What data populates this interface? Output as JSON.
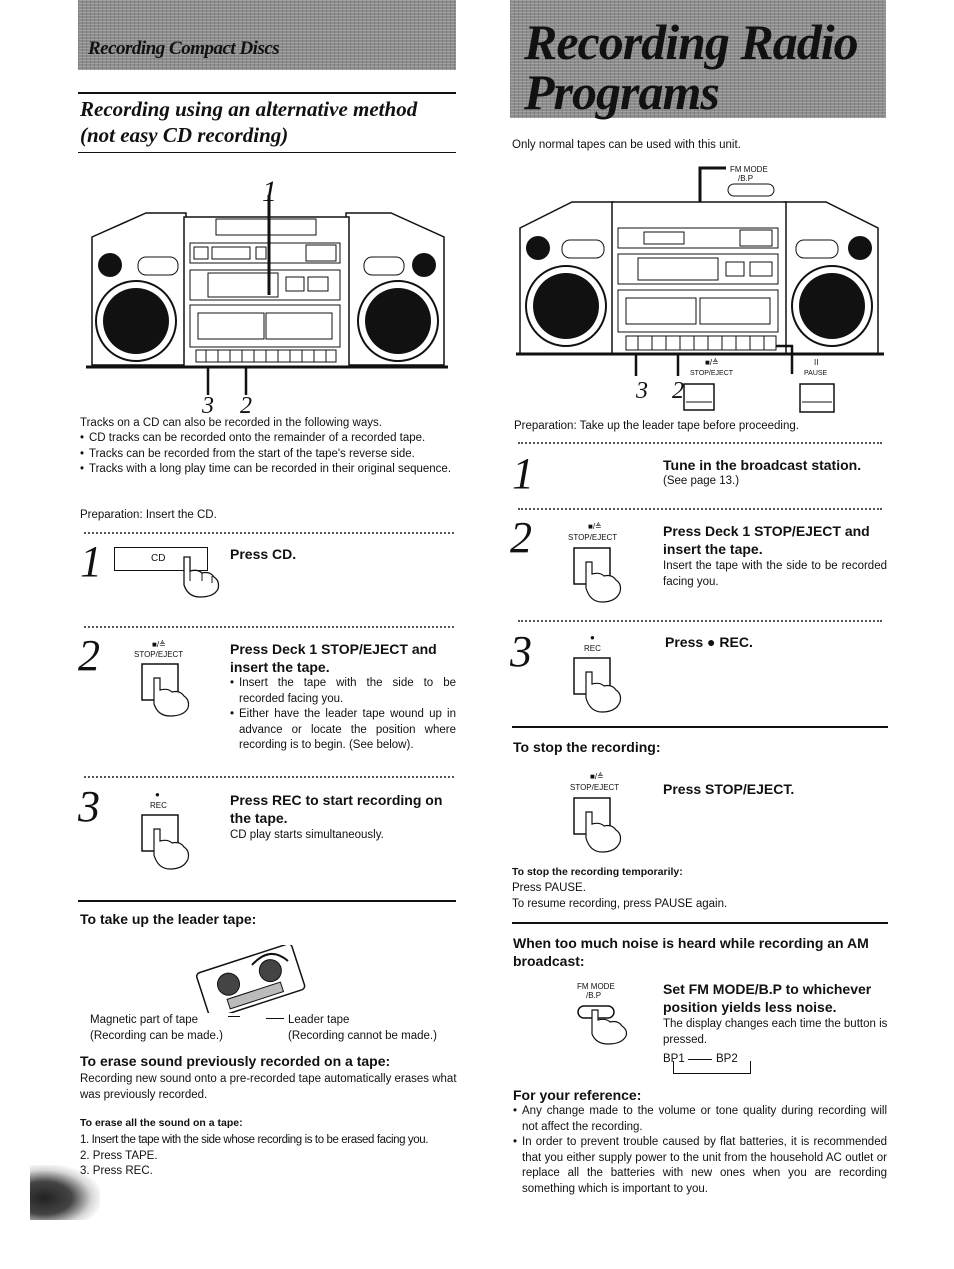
{
  "left": {
    "banner_text": "Recording Compact Discs",
    "title_line1": "Recording using an alternative method",
    "title_line2": "(not easy CD recording)",
    "figure_callouts": {
      "top": "1",
      "bottom_a": "3",
      "bottom_b": "2"
    },
    "intro": "Tracks on a CD can also be recorded in the following ways.",
    "bullets": [
      "CD tracks can be recorded onto the remainder of a recorded tape.",
      "Tracks can be recorded from the start of the tape's reverse side.",
      "Tracks with a long play time can be recorded in their original sequence."
    ],
    "preparation": "Preparation: Insert the CD.",
    "steps": [
      {
        "num": "1",
        "button_label": "CD",
        "title": "Press CD."
      },
      {
        "num": "2",
        "button_symbol": "■/≜",
        "button_label": "STOP/EJECT",
        "title": "Press Deck 1 STOP/EJECT and insert the tape.",
        "bullets": [
          "Insert the tape with the side to be recorded facing you.",
          "Either have the leader tape wound up in advance or locate the position where recording is to begin. (See below)."
        ]
      },
      {
        "num": "3",
        "button_symbol": "●",
        "button_label": "REC",
        "title": "Press REC to start recording on the tape.",
        "text": "CD play starts simultaneously."
      }
    ],
    "leader": {
      "heading": "To take up the leader tape:",
      "label_magnetic": "Magnetic part of tape",
      "label_magnetic_note": "(Recording can be made.)",
      "label_leader": "Leader tape",
      "label_leader_note": "(Recording cannot be made.)"
    },
    "erase": {
      "heading": "To erase sound previously recorded on a tape:",
      "text": "Recording new sound onto a pre-recorded tape automatically erases what was previously recorded.",
      "subheading": "To erase all the sound on a tape:",
      "items": [
        "1.  Insert the tape with the side whose recording is to be erased facing you.",
        "2.  Press TAPE.",
        "3.  Press REC."
      ]
    }
  },
  "right": {
    "banner_line1": "Recording Radio",
    "banner_line2": "Programs",
    "intro": "Only normal tapes can be used with this unit.",
    "fig_label_fm": "FM MODE",
    "fig_label_bp": "/B.P",
    "fig_label_stop": "STOP/EJECT",
    "fig_label_pause": "PAUSE",
    "fig_stop_symbol": "■/≜",
    "fig_pause_symbol": "II",
    "figure_callouts": {
      "a": "3",
      "b": "2"
    },
    "preparation": "Preparation: Take up the leader tape before proceeding.",
    "steps": [
      {
        "num": "1",
        "title": "Tune in the broadcast station.",
        "text": "(See page 13.)"
      },
      {
        "num": "2",
        "button_symbol": "■/≜",
        "button_label": "STOP/EJECT",
        "title": "Press Deck 1 STOP/EJECT and insert the tape.",
        "text": "Insert the tape with the side to be recorded facing you."
      },
      {
        "num": "3",
        "button_symbol": "●",
        "button_label": "REC",
        "title": "Press ● REC."
      }
    ],
    "stop": {
      "heading": "To stop the recording:",
      "button_symbol": "■/≜",
      "button_label": "STOP/EJECT",
      "title": "Press STOP/EJECT.",
      "temp_heading": "To stop the recording temporarily:",
      "temp_line1": "Press PAUSE.",
      "temp_line2": "To resume recording, press PAUSE again."
    },
    "noise": {
      "heading": "When too much noise is heard while recording an AM broadcast:",
      "button_label1": "FM MODE",
      "button_label2": "/B.P",
      "title": "Set FM MODE/B.P to whichever position yields less noise.",
      "text": "The display changes each time the button is pressed.",
      "bp1": "BP1",
      "bp2": "BP2"
    },
    "reference": {
      "heading": "For your reference:",
      "bullets": [
        "Any change made to the volume or tone quality during recording will not affect the recording.",
        "In order to prevent trouble caused by flat batteries, it is recommended that you either supply power to the unit from the household AC outlet or replace all the batteries with new ones when you are recording something which is important to you."
      ]
    }
  }
}
